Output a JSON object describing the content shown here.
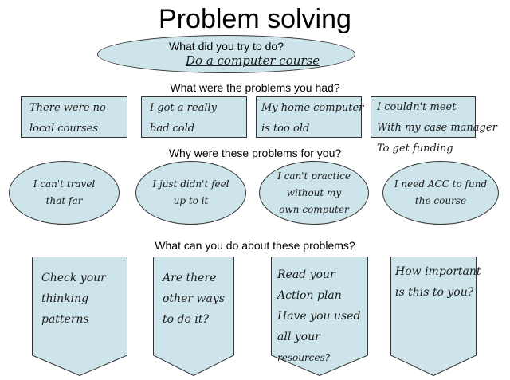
{
  "title": "Problem solving",
  "goal": {
    "question": "What did you try to do?",
    "answer": "Do a computer course"
  },
  "problems": {
    "question": "What were the problems you had?",
    "items": [
      [
        "There were no",
        "local courses"
      ],
      [
        "I got a really",
        "bad cold"
      ],
      [
        "My home computer",
        "is too old"
      ],
      [
        "I couldn't meet",
        "With my case manager",
        "To get funding"
      ]
    ]
  },
  "why": {
    "question": "Why were these problems for you?",
    "items": [
      [
        "I can't travel",
        "that far"
      ],
      [
        "I just didn't feel",
        "up to it"
      ],
      [
        "I can't practice",
        "without my",
        "own computer"
      ],
      [
        "I need ACC to fund",
        "the course"
      ]
    ]
  },
  "actions": {
    "question": "What can you do about these problems?",
    "items": [
      [
        "Check your",
        "thinking",
        "patterns"
      ],
      [
        "Are there",
        "other ways",
        "to do it?"
      ],
      [
        "Read your",
        "Action plan",
        "Have you used",
        "all your",
        "resources?"
      ],
      [
        "How important",
        "is this to you?"
      ]
    ]
  },
  "colors": {
    "fill": "#cde5ea",
    "stroke": "#333333"
  }
}
